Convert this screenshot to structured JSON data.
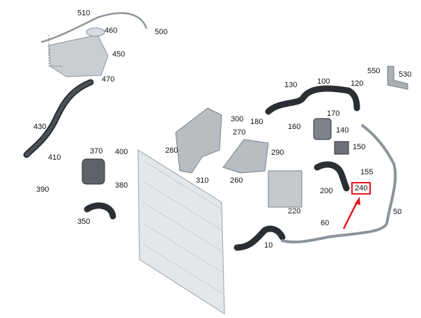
{
  "labels": {
    "p510": "510",
    "p460": "460",
    "p500": "500",
    "p450": "450",
    "p470": "470",
    "p430": "430",
    "p410": "410",
    "p370": "370",
    "p400": "400",
    "p390": "390",
    "p380": "380",
    "p350": "350",
    "p280": "280",
    "p300": "300",
    "p270": "270",
    "p310": "310",
    "p260": "260",
    "p180": "180",
    "p160": "160",
    "p290": "290",
    "p130": "130",
    "p100": "100",
    "p120": "120",
    "p550": "550",
    "p530": "530",
    "p170": "170",
    "p140": "140",
    "p150": "150",
    "p155": "155",
    "p200": "200",
    "p220": "220",
    "p240": "240",
    "p50": "50",
    "p60": "60",
    "p10": "10"
  },
  "highlight": {
    "part": "240",
    "color": "#e8141b"
  }
}
